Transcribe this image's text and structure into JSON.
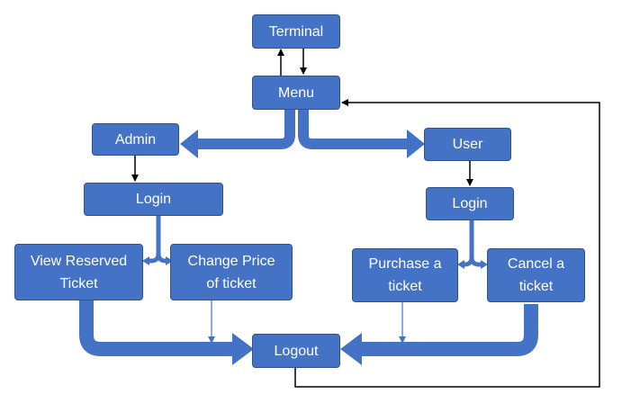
{
  "diagram": {
    "nodes": {
      "terminal": "Terminal",
      "menu": "Menu",
      "admin": "Admin",
      "user": "User",
      "admin_login": "Login",
      "user_login": "Login",
      "view_reserved": "View Reserved\nTicket",
      "change_price": "Change Price\nof ticket",
      "purchase": "Purchase a\nticket",
      "cancel": "Cancel a\nticket",
      "logout": "Logout"
    },
    "colors": {
      "node_fill": "#4472C4",
      "node_border": "#2F528F",
      "thick_arrow": "#4472C4",
      "thin_connector": "#000000"
    }
  }
}
